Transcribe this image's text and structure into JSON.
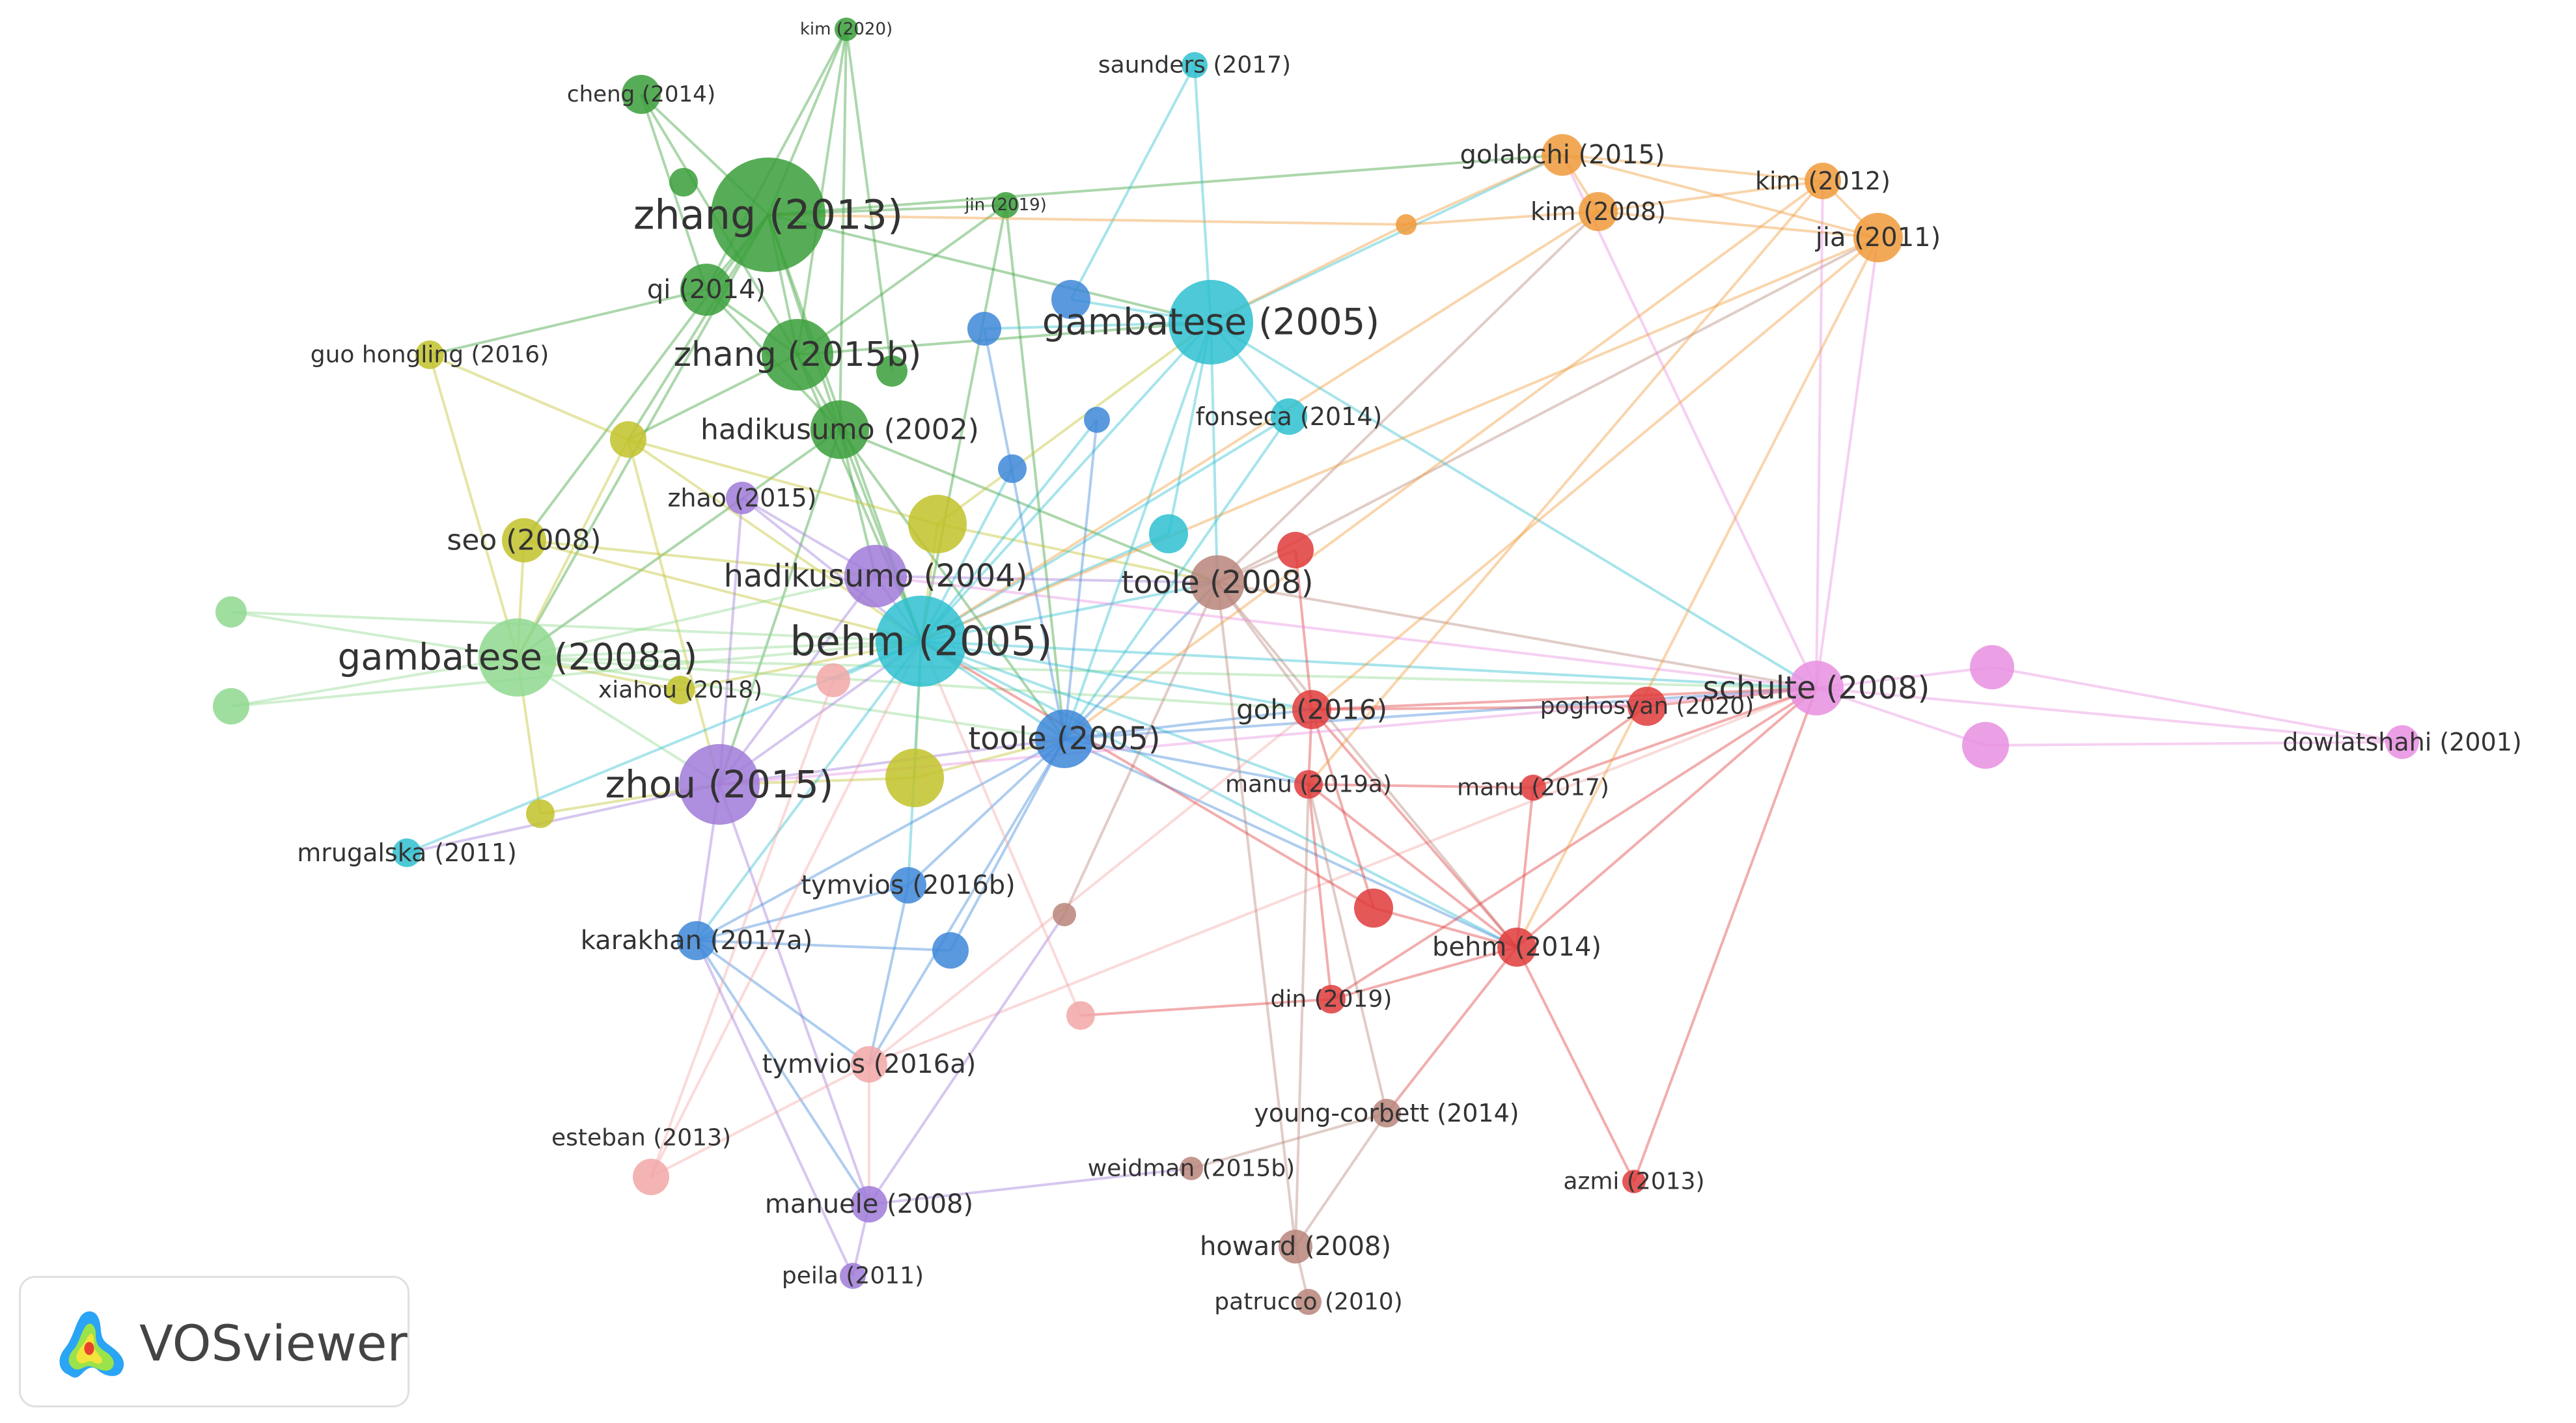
{
  "app": {
    "name": "VOSviewer"
  },
  "clusters": {
    "green": "#3a9f3a",
    "lightgreen": "#8fd88f",
    "yellow": "#c2c22a",
    "purple": "#a07ad8",
    "cyan": "#2ebfd0",
    "blue": "#3d87d8",
    "brown": "#b8857a",
    "red": "#e03b3b",
    "pink": "#f2a7a7",
    "magenta": "#e88fe0",
    "orange": "#f09a3a"
  },
  "nodes": [
    {
      "id": "zhang2013",
      "label": "zhang (2013)",
      "cluster": "green"
    },
    {
      "id": "cheng2014",
      "label": "cheng (2014)",
      "cluster": "green"
    },
    {
      "id": "kim2020",
      "label": "kim (2020)",
      "cluster": "green"
    },
    {
      "id": "jin2019",
      "label": "jin (2019)",
      "cluster": "green"
    },
    {
      "id": "qi2014",
      "label": "qi (2014)",
      "cluster": "green"
    },
    {
      "id": "zhang2015b",
      "label": "zhang (2015b)",
      "cluster": "green"
    },
    {
      "id": "hadikusumo2002",
      "label": "hadikusumo (2002)",
      "cluster": "green"
    },
    {
      "id": "gambatese2008a",
      "label": "gambatese (2008a)",
      "cluster": "lightgreen"
    },
    {
      "id": "guohongling2016",
      "label": "guo hongling (2016)",
      "cluster": "yellow"
    },
    {
      "id": "seo2008",
      "label": "seo (2008)",
      "cluster": "yellow"
    },
    {
      "id": "xiahou2018",
      "label": "xiahou (2018)",
      "cluster": "yellow"
    },
    {
      "id": "zhao2015",
      "label": "zhao (2015)",
      "cluster": "purple"
    },
    {
      "id": "hadikusumo2004",
      "label": "hadikusumo (2004)",
      "cluster": "purple"
    },
    {
      "id": "zhou2015",
      "label": "zhou (2015)",
      "cluster": "purple"
    },
    {
      "id": "karakhan2017a",
      "label": "karakhan (2017a)",
      "cluster": "blue"
    },
    {
      "id": "manuele2008",
      "label": "manuele (2008)",
      "cluster": "purple"
    },
    {
      "id": "peila2011",
      "label": "peila (2011)",
      "cluster": "purple"
    },
    {
      "id": "saunders2017",
      "label": "saunders (2017)",
      "cluster": "cyan"
    },
    {
      "id": "gambatese2005",
      "label": "gambatese (2005)",
      "cluster": "cyan"
    },
    {
      "id": "fonseca2014",
      "label": "fonseca (2014)",
      "cluster": "cyan"
    },
    {
      "id": "behm2005",
      "label": "behm (2005)",
      "cluster": "cyan"
    },
    {
      "id": "mrugalska2011",
      "label": "mrugalska (2011)",
      "cluster": "cyan"
    },
    {
      "id": "toole2005",
      "label": "toole (2005)",
      "cluster": "blue"
    },
    {
      "id": "tymvios2016b",
      "label": "tymvios (2016b)",
      "cluster": "blue"
    },
    {
      "id": "toole2008",
      "label": "toole (2008)",
      "cluster": "brown"
    },
    {
      "id": "youngcorbett2014",
      "label": "young-corbett (2014)",
      "cluster": "brown"
    },
    {
      "id": "weidman2015b",
      "label": "weidman (2015b)",
      "cluster": "brown"
    },
    {
      "id": "howard2008",
      "label": "howard (2008)",
      "cluster": "brown"
    },
    {
      "id": "patrucco2010",
      "label": "patrucco (2010)",
      "cluster": "brown"
    },
    {
      "id": "goh2016",
      "label": "goh (2016)",
      "cluster": "red"
    },
    {
      "id": "poghosyan2020",
      "label": "poghosyan (2020)",
      "cluster": "red"
    },
    {
      "id": "manu2019a",
      "label": "manu (2019a)",
      "cluster": "red"
    },
    {
      "id": "manu2017",
      "label": "manu (2017)",
      "cluster": "red"
    },
    {
      "id": "behm2014",
      "label": "behm (2014)",
      "cluster": "red"
    },
    {
      "id": "din2019",
      "label": "din (2019)",
      "cluster": "red"
    },
    {
      "id": "azmi2013",
      "label": "azmi (2013)",
      "cluster": "red"
    },
    {
      "id": "tymvios2016a",
      "label": "tymvios (2016a)",
      "cluster": "pink"
    },
    {
      "id": "esteban2013",
      "label": "esteban (2013)",
      "cluster": "pink"
    },
    {
      "id": "schulte2008",
      "label": "schulte (2008)",
      "cluster": "magenta"
    },
    {
      "id": "dowlatshahi2001",
      "label": "dowlatshahi (2001)",
      "cluster": "magenta"
    },
    {
      "id": "golabchi2015",
      "label": "golabchi (2015)",
      "cluster": "orange"
    },
    {
      "id": "kim2012",
      "label": "kim (2012)",
      "cluster": "orange"
    },
    {
      "id": "kim2008",
      "label": "kim (2008)",
      "cluster": "orange"
    },
    {
      "id": "jia2011",
      "label": "jia (2011)",
      "cluster": "orange"
    },
    {
      "id": "u_g1",
      "label": "",
      "cluster": "green"
    },
    {
      "id": "u_g2",
      "label": "",
      "cluster": "green"
    },
    {
      "id": "u_lg1",
      "label": "",
      "cluster": "lightgreen"
    },
    {
      "id": "u_lg2",
      "label": "",
      "cluster": "lightgreen"
    },
    {
      "id": "u_y1",
      "label": "",
      "cluster": "yellow"
    },
    {
      "id": "u_y2",
      "label": "",
      "cluster": "yellow"
    },
    {
      "id": "u_y3",
      "label": "",
      "cluster": "yellow"
    },
    {
      "id": "u_y4",
      "label": "",
      "cluster": "yellow"
    },
    {
      "id": "u_b1",
      "label": "",
      "cluster": "blue"
    },
    {
      "id": "u_b2",
      "label": "",
      "cluster": "blue"
    },
    {
      "id": "u_b3",
      "label": "",
      "cluster": "blue"
    },
    {
      "id": "u_b4",
      "label": "",
      "cluster": "blue"
    },
    {
      "id": "u_b5",
      "label": "",
      "cluster": "blue"
    },
    {
      "id": "u_c1",
      "label": "",
      "cluster": "cyan"
    },
    {
      "id": "u_r1",
      "label": "",
      "cluster": "red"
    },
    {
      "id": "u_r2",
      "label": "",
      "cluster": "red"
    },
    {
      "id": "u_p1",
      "label": "",
      "cluster": "pink"
    },
    {
      "id": "u_p2",
      "label": "",
      "cluster": "pink"
    },
    {
      "id": "u_br1",
      "label": "",
      "cluster": "brown"
    },
    {
      "id": "u_m1",
      "label": "",
      "cluster": "magenta"
    },
    {
      "id": "u_m2",
      "label": "",
      "cluster": "magenta"
    },
    {
      "id": "u_o1",
      "label": "",
      "cluster": "orange"
    }
  ],
  "links": [
    [
      "zhang2013",
      "cheng2014"
    ],
    [
      "zhang2013",
      "kim2020"
    ],
    [
      "zhang2013",
      "jin2019"
    ],
    [
      "zhang2013",
      "qi2014"
    ],
    [
      "zhang2013",
      "zhang2015b"
    ],
    [
      "zhang2013",
      "hadikusumo2002"
    ],
    [
      "zhang2013",
      "gambatese2005"
    ],
    [
      "zhang2013",
      "behm2005"
    ],
    [
      "zhang2013",
      "gambatese2008a"
    ],
    [
      "zhang2013",
      "seo2008"
    ],
    [
      "zhang2013",
      "golabchi2015"
    ],
    [
      "zhang2013",
      "u_y1"
    ],
    [
      "kim2020",
      "zhang2015b"
    ],
    [
      "kim2020",
      "u_g2"
    ],
    [
      "kim2020",
      "hadikusumo2002"
    ],
    [
      "kim2020",
      "qi2014"
    ],
    [
      "cheng2014",
      "zhang2015b"
    ],
    [
      "cheng2014",
      "qi2014"
    ],
    [
      "jin2019",
      "zhang2015b"
    ],
    [
      "jin2019",
      "behm2005"
    ],
    [
      "jin2019",
      "toole2005"
    ],
    [
      "qi2014",
      "zhang2015b"
    ],
    [
      "qi2014",
      "guohongling2016"
    ],
    [
      "qi2014",
      "hadikusumo2002"
    ],
    [
      "zhang2015b",
      "hadikusumo2002"
    ],
    [
      "zhang2015b",
      "gambatese2005"
    ],
    [
      "zhang2015b",
      "behm2005"
    ],
    [
      "zhang2015b",
      "u_y1"
    ],
    [
      "hadikusumo2002",
      "behm2005"
    ],
    [
      "hadikusumo2002",
      "hadikusumo2004"
    ],
    [
      "hadikusumo2002",
      "gambatese2008a"
    ],
    [
      "hadikusumo2002",
      "toole2008"
    ],
    [
      "hadikusumo2002",
      "toole2005"
    ],
    [
      "hadikusumo2002",
      "zhou2015"
    ],
    [
      "guohongling2016",
      "u_y1"
    ],
    [
      "guohongling2016",
      "gambatese2008a"
    ],
    [
      "seo2008",
      "behm2005"
    ],
    [
      "seo2008",
      "hadikusumo2004"
    ],
    [
      "seo2008",
      "gambatese2008a"
    ],
    [
      "u_y1",
      "gambatese2008a"
    ],
    [
      "u_y1",
      "zhou2015"
    ],
    [
      "u_y1",
      "behm2005"
    ],
    [
      "u_y1",
      "u_y2"
    ],
    [
      "u_y2",
      "behm2005"
    ],
    [
      "u_y2",
      "toole2008"
    ],
    [
      "u_y2",
      "gambatese2005"
    ],
    [
      "u_y3",
      "behm2005"
    ],
    [
      "u_y3",
      "zhou2015"
    ],
    [
      "u_y3",
      "toole2005"
    ],
    [
      "u_y4",
      "gambatese2008a"
    ],
    [
      "u_y4",
      "zhou2015"
    ],
    [
      "xiahou2018",
      "behm2005"
    ],
    [
      "xiahou2018",
      "gambatese2008a"
    ],
    [
      "u_lg1",
      "gambatese2008a"
    ],
    [
      "u_lg2",
      "gambatese2008a"
    ],
    [
      "u_lg1",
      "behm2005"
    ],
    [
      "u_lg2",
      "behm2005"
    ],
    [
      "gambatese2008a",
      "behm2005"
    ],
    [
      "gambatese2008a",
      "zhou2015"
    ],
    [
      "gambatese2008a",
      "hadikusumo2004"
    ],
    [
      "gambatese2008a",
      "toole2005"
    ],
    [
      "gambatese2008a",
      "goh2016"
    ],
    [
      "gambatese2008a",
      "schulte2008"
    ],
    [
      "zhao2015",
      "behm2005"
    ],
    [
      "zhao2015",
      "hadikusumo2004"
    ],
    [
      "zhao2015",
      "zhou2015"
    ],
    [
      "hadikusumo2004",
      "behm2005"
    ],
    [
      "hadikusumo2004",
      "toole2008"
    ],
    [
      "hadikusumo2004",
      "zhou2015"
    ],
    [
      "zhou2015",
      "behm2005"
    ],
    [
      "zhou2015",
      "toole2005"
    ],
    [
      "zhou2015",
      "karakhan2017a"
    ],
    [
      "zhou2015",
      "manuele2008"
    ],
    [
      "zhou2015",
      "mrugalska2011"
    ],
    [
      "mrugalska2011",
      "behm2005"
    ],
    [
      "saunders2017",
      "gambatese2005"
    ],
    [
      "saunders2017",
      "u_b2"
    ],
    [
      "gambatese2005",
      "behm2005"
    ],
    [
      "gambatese2005",
      "fonseca2014"
    ],
    [
      "gambatese2005",
      "toole2008"
    ],
    [
      "gambatese2005",
      "toole2005"
    ],
    [
      "gambatese2005",
      "u_b1"
    ],
    [
      "gambatese2005",
      "u_b2"
    ],
    [
      "gambatese2005",
      "u_c1"
    ],
    [
      "gambatese2005",
      "schulte2008"
    ],
    [
      "gambatese2005",
      "golabchi2015"
    ],
    [
      "fonseca2014",
      "behm2005"
    ],
    [
      "fonseca2014",
      "toole2005"
    ],
    [
      "behm2005",
      "toole2008"
    ],
    [
      "behm2005",
      "toole2005"
    ],
    [
      "behm2005",
      "u_c1"
    ],
    [
      "behm2005",
      "tymvios2016b"
    ],
    [
      "behm2005",
      "karakhan2017a"
    ],
    [
      "behm2005",
      "goh2016"
    ],
    [
      "behm2005",
      "schulte2008"
    ],
    [
      "behm2005",
      "behm2014"
    ],
    [
      "behm2005",
      "u_b3"
    ],
    [
      "behm2005",
      "u_b4"
    ],
    [
      "behm2005",
      "manu2019a"
    ],
    [
      "behm2005",
      "u_p1"
    ],
    [
      "toole2005",
      "toole2008"
    ],
    [
      "toole2005",
      "tymvios2016b"
    ],
    [
      "toole2005",
      "karakhan2017a"
    ],
    [
      "toole2005",
      "u_b5"
    ],
    [
      "toole2005",
      "goh2016"
    ],
    [
      "toole2005",
      "schulte2008"
    ],
    [
      "toole2005",
      "behm2014"
    ],
    [
      "toole2005",
      "manu2019a"
    ],
    [
      "toole2005",
      "tymvios2016a"
    ],
    [
      "toole2005",
      "u_b1"
    ],
    [
      "toole2005",
      "u_b3"
    ],
    [
      "tymvios2016b",
      "karakhan2017a"
    ],
    [
      "tymvios2016b",
      "tymvios2016a"
    ],
    [
      "karakhan2017a",
      "u_b5"
    ],
    [
      "karakhan2017a",
      "tymvios2016a"
    ],
    [
      "karakhan2017a",
      "manuele2008"
    ],
    [
      "tymvios2016a",
      "esteban2013"
    ],
    [
      "tymvios2016a",
      "manuele2008"
    ],
    [
      "tymvios2016a",
      "goh2016"
    ],
    [
      "tymvios2016a",
      "schulte2008"
    ],
    [
      "esteban2013",
      "behm2005"
    ],
    [
      "esteban2013",
      "u_p1"
    ],
    [
      "manuele2008",
      "peila2011"
    ],
    [
      "manuele2008",
      "weidman2015b"
    ],
    [
      "manuele2008",
      "u_br1"
    ],
    [
      "peila2011",
      "karakhan2017a"
    ],
    [
      "toole2008",
      "goh2016"
    ],
    [
      "toole2008",
      "schulte2008"
    ],
    [
      "toole2008",
      "u_r1"
    ],
    [
      "toole2008",
      "behm2014"
    ],
    [
      "toole2008",
      "jia2011"
    ],
    [
      "toole2008",
      "kim2008"
    ],
    [
      "toole2008",
      "u_br1"
    ],
    [
      "toole2008",
      "howard2008"
    ],
    [
      "goh2016",
      "poghosyan2020"
    ],
    [
      "goh2016",
      "schulte2008"
    ],
    [
      "goh2016",
      "manu2019a"
    ],
    [
      "goh2016",
      "behm2014"
    ],
    [
      "goh2016",
      "u_r2"
    ],
    [
      "goh2016",
      "u_r1"
    ],
    [
      "poghosyan2020",
      "schulte2008"
    ],
    [
      "poghosyan2020",
      "manu2017"
    ],
    [
      "manu2019a",
      "behm2014"
    ],
    [
      "manu2019a",
      "manu2017"
    ],
    [
      "manu2019a",
      "din2019"
    ],
    [
      "manu2017",
      "schulte2008"
    ],
    [
      "manu2017",
      "behm2014"
    ],
    [
      "behm2014",
      "schulte2008"
    ],
    [
      "behm2014",
      "azmi2013"
    ],
    [
      "behm2014",
      "din2019"
    ],
    [
      "behm2014",
      "youngcorbett2014"
    ],
    [
      "behm2014",
      "u_r2"
    ],
    [
      "youngcorbett2014",
      "howard2008"
    ],
    [
      "youngcorbett2014",
      "manu2019a"
    ],
    [
      "weidman2015b",
      "youngcorbett2014"
    ],
    [
      "howard2008",
      "patrucco2010"
    ],
    [
      "howard2008",
      "manu2019a"
    ],
    [
      "azmi2013",
      "schulte2008"
    ],
    [
      "din2019",
      "schulte2008"
    ],
    [
      "din2019",
      "u_p2"
    ],
    [
      "u_p2",
      "behm2005"
    ],
    [
      "u_r2",
      "behm2005"
    ],
    [
      "schulte2008",
      "dowlatshahi2001"
    ],
    [
      "schulte2008",
      "u_m1"
    ],
    [
      "schulte2008",
      "u_m2"
    ],
    [
      "schulte2008",
      "kim2012"
    ],
    [
      "schulte2008",
      "jia2011"
    ],
    [
      "schulte2008",
      "golabchi2015"
    ],
    [
      "schulte2008",
      "hadikusumo2004"
    ],
    [
      "schulte2008",
      "zhou2015"
    ],
    [
      "dowlatshahi2001",
      "u_m1"
    ],
    [
      "dowlatshahi2001",
      "u_m2"
    ],
    [
      "golabchi2015",
      "kim2012"
    ],
    [
      "golabchi2015",
      "kim2008"
    ],
    [
      "golabchi2015",
      "jia2011"
    ],
    [
      "golabchi2015",
      "u_o1"
    ],
    [
      "kim2012",
      "kim2008"
    ],
    [
      "kim2012",
      "jia2011"
    ],
    [
      "kim2008",
      "jia2011"
    ],
    [
      "kim2008",
      "u_o1"
    ],
    [
      "u_o1",
      "zhang2013"
    ],
    [
      "u_o1",
      "gambatese2005"
    ],
    [
      "jia2011",
      "goh2016"
    ],
    [
      "jia2011",
      "behm2005"
    ],
    [
      "kim2012",
      "toole2005"
    ],
    [
      "kim2008",
      "behm2005"
    ],
    [
      "jia2011",
      "behm2014"
    ],
    [
      "kim2012",
      "manu2019a"
    ]
  ]
}
